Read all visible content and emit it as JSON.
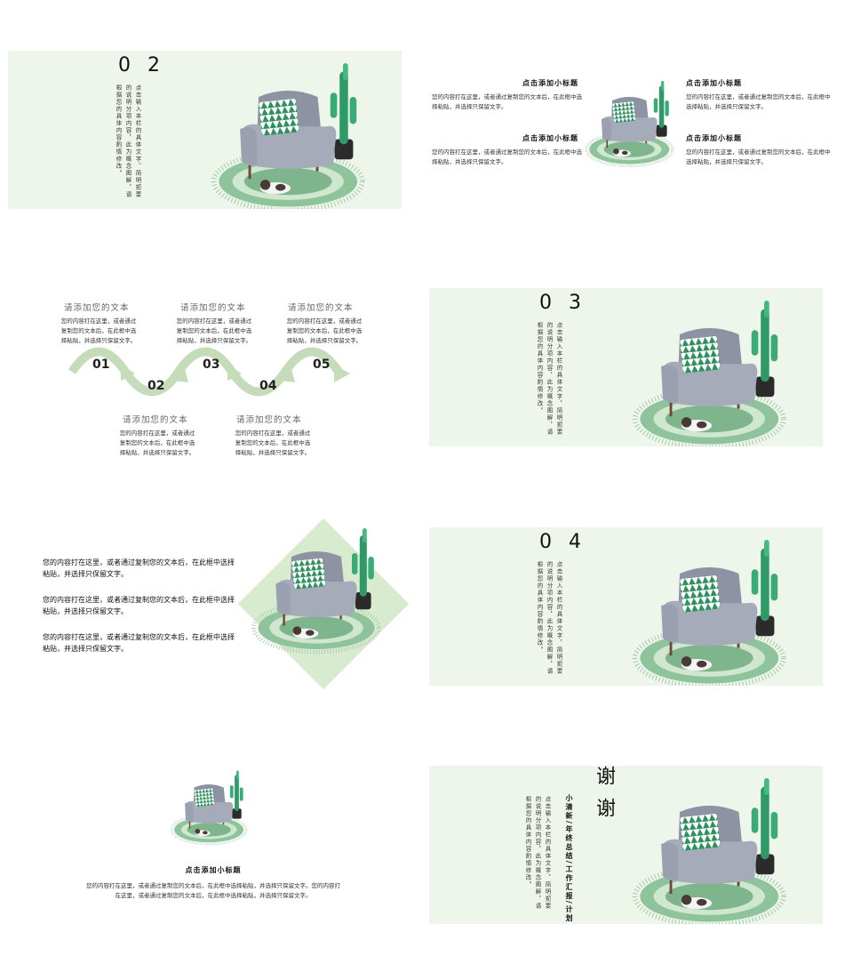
{
  "colors": {
    "accent": "#b9d6ad",
    "bg_green": "#eef5ea",
    "chair": "#8d93a3",
    "cactus": "#2f9a68",
    "rug": "#7fb98f"
  },
  "slide1": {
    "number": "0 2",
    "vertical_text": "点击输入本栏的具体文字，简明扼要的说明分项内容，此为概念图解，请根据您的具体内容酌情修改。"
  },
  "slide2": {
    "items": [
      {
        "title": "点击添加小标题",
        "body": "您的内容打在这里，或者通过复制您的文本后，在此框中选择粘贴，并选择只保留文字。"
      },
      {
        "title": "点击添加小标题",
        "body": "您的内容打在这里，或者通过复制您的文本后，在此框中选择粘贴，并选择只保留文字。"
      },
      {
        "title": "点击添加小标题",
        "body": "您的内容打在这里，或者通过复制您的文本后，在此框中选择粘贴，并选择只保留文字。"
      },
      {
        "title": "点击添加小标题",
        "body": "您的内容打在这里，或者通过复制您的文本后，在此框中选择粘贴，并选择只保留文字。"
      }
    ]
  },
  "slide3": {
    "steps": [
      "01",
      "02",
      "03",
      "04",
      "05"
    ],
    "blocks": [
      {
        "title": "请添加您的文本",
        "body": "您的内容打在这里，或者通过复制您的文本后，在此框中选择粘贴，并选择只保留文字。"
      },
      {
        "title": "请添加您的文本",
        "body": "您的内容打在这里，或者通过复制您的文本后，在此框中选择粘贴，并选择只保留文字。"
      },
      {
        "title": "请添加您的文本",
        "body": "您的内容打在这里，或者通过复制您的文本后，在此框中选择粘贴，并选择只保留文字。"
      },
      {
        "title": "请添加您的文本",
        "body": "您的内容打在这里，或者通过复制您的文本后，在此框中选择粘贴，并选择只保留文字。"
      },
      {
        "title": "请添加您的文本",
        "body": "您的内容打在这里，或者通过复制您的文本后，在此框中选择粘贴，并选择只保留文字。"
      }
    ]
  },
  "slide4": {
    "number": "0 3",
    "vertical_text": "点击输入本栏的具体文字，简明扼要的说明分项内容，此为概念图解，请根据您的具体内容酌情修改。"
  },
  "slide5": {
    "paragraphs": [
      "您的内容打在这里，或者通过复制您的文本后，在此框中选择粘贴，并选择只保留文字。",
      "您的内容打在这里，或者通过复制您的文本后，在此框中选择粘贴，并选择只保留文字。",
      "您的内容打在这里，或者通过复制您的文本后，在此框中选择粘贴，并选择只保留文字。"
    ]
  },
  "slide6": {
    "number": "0 4",
    "vertical_text": "点击输入本栏的具体文字，简明扼要的说明分项内容，此为概念图解，请根据您的具体内容酌情修改。"
  },
  "slide7": {
    "title": "点击添加小标题",
    "body": "您的内容打在这里，或者通过复制您的文本后，在此框中选择粘贴，并选择只保留文字。您的内容打在这里，或者通过复制您的文本后，在此框中选择粘贴，并选择只保留文字。"
  },
  "slide8": {
    "thanks": "谢谢",
    "subtitle": "小清新/年终总结/工作汇报/计划",
    "vertical_text": "点击输入本栏的具体文字，简明扼要的说明分项内容，此为概念图解，请根据您的具体内容酌情修改。"
  }
}
